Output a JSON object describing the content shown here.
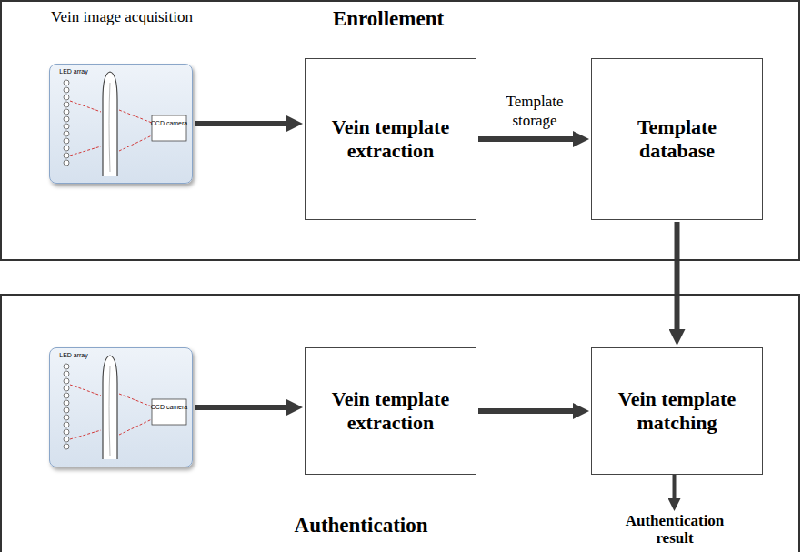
{
  "diagram": {
    "nodes": [
      {
        "text": [
          "Enrollement"
        ]
      },
      {
        "text": [
          "Vein image acquisition",
          "LED array",
          "CCD camera"
        ],
        "in": 0
      },
      {
        "text": [
          "Vein template extraction"
        ],
        "in": 0
      },
      {
        "text": [
          "Template database"
        ],
        "in": 0
      },
      {
        "text": [
          "Authentication"
        ]
      },
      {
        "text": [
          "LED array",
          "CCD camera"
        ],
        "in": 4
      },
      {
        "text": [
          "Vein template extraction"
        ],
        "in": 4
      },
      {
        "text": [
          "Vein template matching"
        ],
        "in": 4
      }
    ],
    "edges": [
      {
        "from": 1,
        "to": 2,
        "arrow": "to"
      },
      {
        "from": 2,
        "to": 3,
        "label": "Template storage",
        "arrow": "to"
      },
      {
        "from": 3,
        "to": 7,
        "arrow": "to"
      },
      {
        "from": 5,
        "to": 6,
        "arrow": "to"
      },
      {
        "from": 6,
        "to": 7,
        "arrow": "to"
      }
    ],
    "labels": [
      "Authentication result"
    ]
  }
}
